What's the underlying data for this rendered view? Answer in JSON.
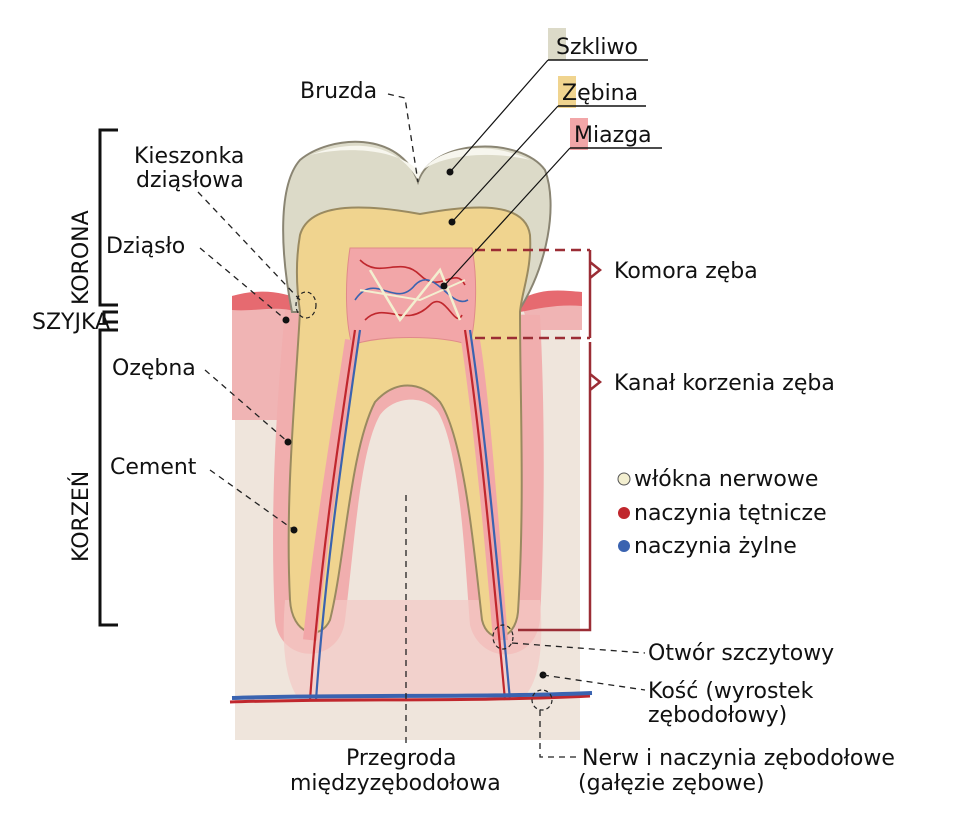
{
  "labels": {
    "szkliwo": "Szkliwo",
    "zebina": "Zębina",
    "miazga": "Miazga",
    "bruzda": "Bruzda",
    "kieszonka_1": "Kieszonka",
    "kieszonka_2": "dziąsłowa",
    "dziaslo": "Dziąsło",
    "ozebna": "Ozębna",
    "cement": "Cement",
    "komora": "Komora zęba",
    "kanal": "Kanał korzenia zęba",
    "otwor": "Otwór szczytowy",
    "kosc_1": "Kość (wyrostek",
    "kosc_2": "zębodołowy)",
    "nerw_1": "Nerw i naczynia zębodołowe",
    "nerw_2": "(gałęzie zębowe)",
    "przegroda_1": "Przegroda",
    "przegroda_2": "międzyzębodołowa"
  },
  "sections": {
    "korona": "KORONA",
    "szyjka": "SZYJKA",
    "korzen": "KORZEŃ"
  },
  "legend": [
    {
      "label": "włókna nerwowe",
      "color": "#f3efd0"
    },
    {
      "label": "naczynia tętnicze",
      "color": "#c0272d"
    },
    {
      "label": "naczynia żylne",
      "color": "#3a63b0"
    }
  ],
  "colors": {
    "enamel": "#dcdac8",
    "dentin": "#f0d48f",
    "pulp": "#f2a6a8",
    "gum": "#ec9a9c",
    "bone": "#efe5dc",
    "bracket": "#9b2d35"
  }
}
